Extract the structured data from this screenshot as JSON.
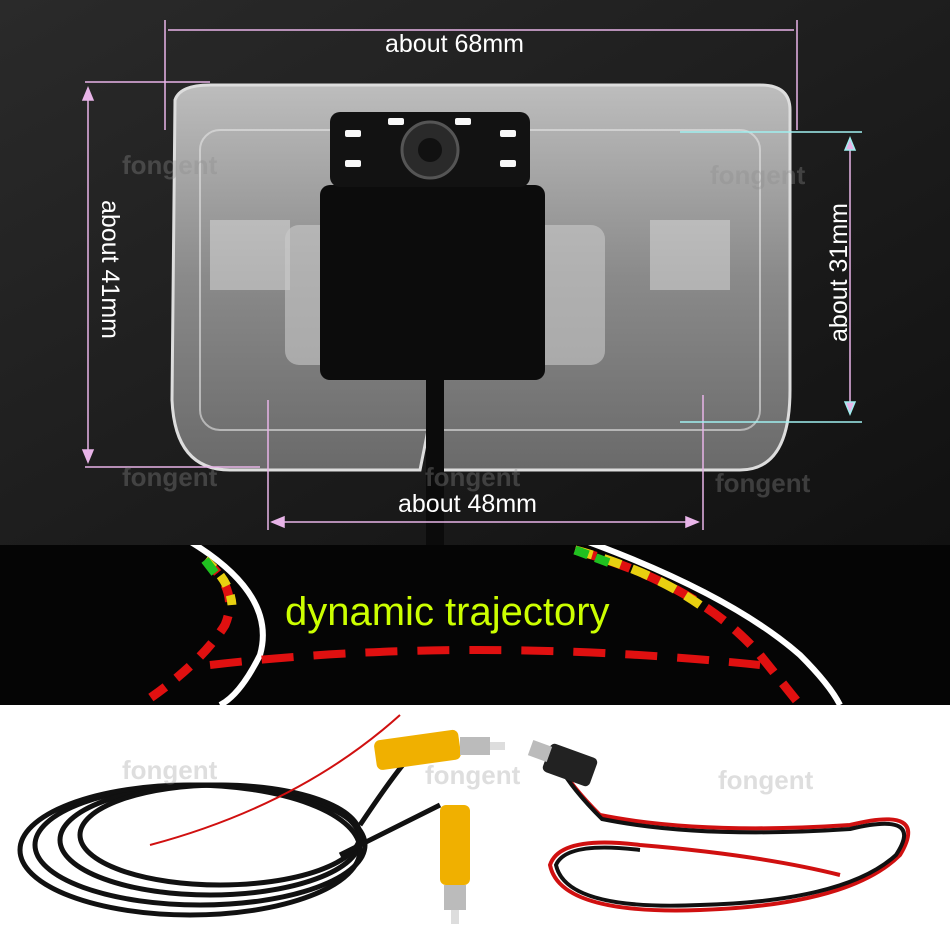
{
  "dimensions": {
    "width_label": "about 68mm",
    "height_label": "about 41mm",
    "inner_height_label": "about 31mm",
    "base_width_label": "about 48mm"
  },
  "feature_label": "dynamic trajectory",
  "watermark": "fongent",
  "colors": {
    "dimension_line": "#e8b4e8",
    "inner_dimension_line": "#a0f0f0",
    "feature_text": "#ccff00",
    "trajectory_red": "#e01010",
    "trajectory_yellow": "#e8d010",
    "trajectory_green": "#20c020",
    "cable_plug": "#f0b000"
  }
}
